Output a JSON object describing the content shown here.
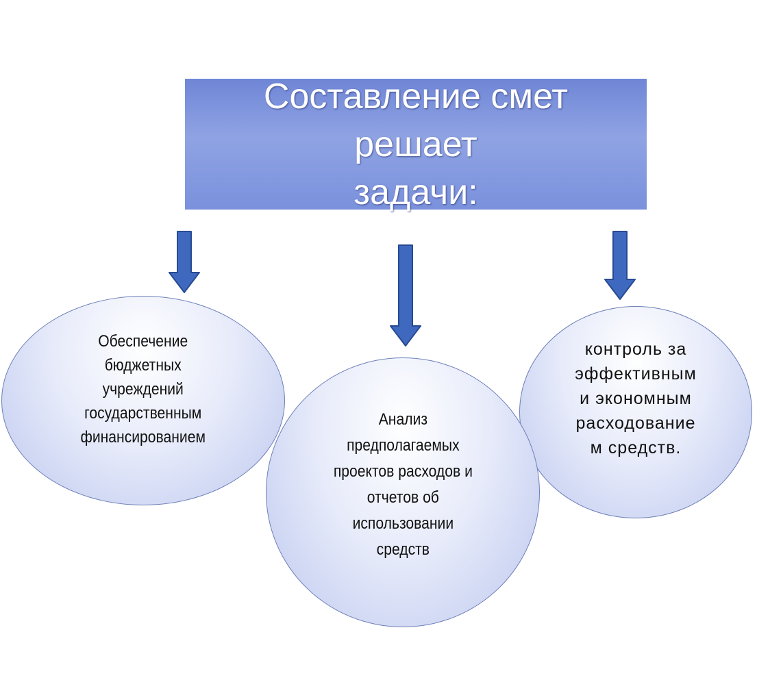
{
  "title": {
    "line1": "Составление смет решает",
    "line2": "задачи:"
  },
  "tasks": [
    {
      "lines": [
        "Обеспечение",
        "бюджетных",
        "учреждений",
        "государственным",
        "финансированием"
      ]
    },
    {
      "lines": [
        "Анализ",
        "предполагаемых",
        "проектов расходов и",
        "отчетов об",
        "использовании",
        "средств"
      ]
    },
    {
      "lines": [
        "контроль за",
        "эффективным",
        "и экономным",
        "расходование",
        "м средств."
      ]
    }
  ],
  "colors": {
    "title_box": "#7a91dc",
    "arrow_fill": "#3f69bf",
    "arrow_stroke": "#274a92",
    "ellipse_border": "#6d7fb8"
  }
}
